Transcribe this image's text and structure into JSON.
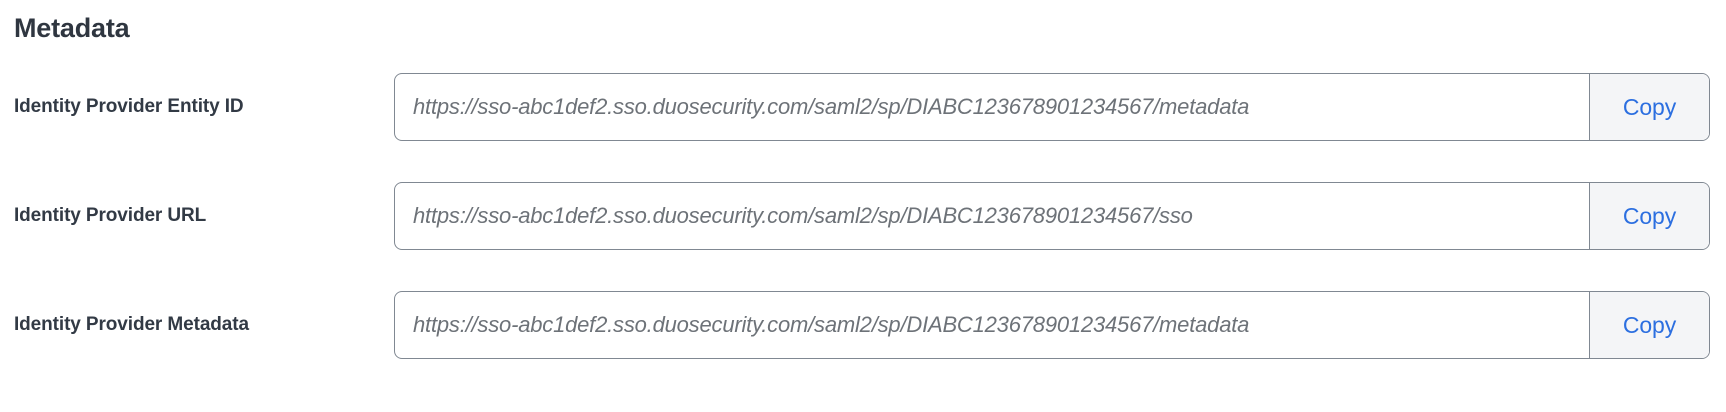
{
  "section": {
    "heading": "Metadata"
  },
  "fields": [
    {
      "label": "Identity Provider Entity ID",
      "value": "https://sso-abc1def2.sso.duosecurity.com/saml2/sp/DIABC123678901234567/metadata",
      "copy_label": "Copy"
    },
    {
      "label": "Identity Provider URL",
      "value": "https://sso-abc1def2.sso.duosecurity.com/saml2/sp/DIABC123678901234567/sso",
      "copy_label": "Copy"
    },
    {
      "label": "Identity Provider Metadata",
      "value": "https://sso-abc1def2.sso.duosecurity.com/saml2/sp/DIABC123678901234567/metadata",
      "copy_label": "Copy"
    }
  ],
  "colors": {
    "heading_text": "#2f3640",
    "label_text": "#323a45",
    "input_text": "#6d7278",
    "input_border": "#808892",
    "copy_link": "#2c6fe0",
    "copy_background": "#f4f5f7",
    "page_background": "#ffffff"
  }
}
